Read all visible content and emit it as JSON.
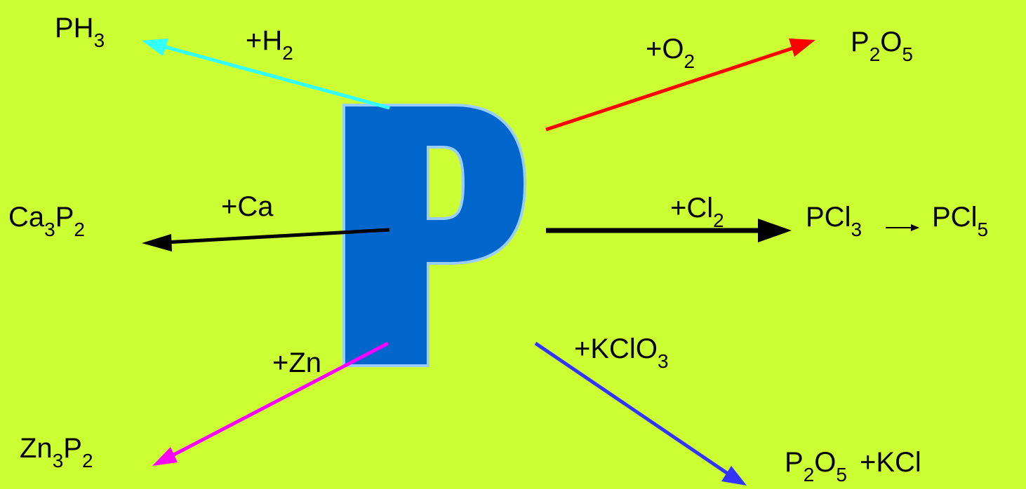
{
  "center": {
    "symbol": "P",
    "fill": "#0066cc",
    "stroke": "#99ccff"
  },
  "background": "#ccff33",
  "reactions": [
    {
      "id": "h2",
      "reagent": "+H",
      "reagent_sub": "2",
      "product": "PH",
      "product_sub": "3",
      "color": "#33ffff"
    },
    {
      "id": "o2",
      "reagent": "+O",
      "reagent_sub": "2",
      "product_a": "P",
      "product_a_sub": "2",
      "product_b": "O",
      "product_b_sub": "5",
      "color": "#ff0000"
    },
    {
      "id": "ca",
      "reagent": "+Ca",
      "product_a": "Ca",
      "product_a_sub": "3",
      "product_b": "P",
      "product_b_sub": "2",
      "color": "#000000"
    },
    {
      "id": "cl2",
      "reagent": "+Cl",
      "reagent_sub": "2",
      "product_a": "PCl",
      "product_a_sub": "3",
      "product_b": "PCl",
      "product_b_sub": "5",
      "color": "#000000"
    },
    {
      "id": "zn",
      "reagent": "+Zn",
      "product_a": "Zn",
      "product_a_sub": "3",
      "product_b": "P",
      "product_b_sub": "2",
      "color": "#ff00ff"
    },
    {
      "id": "kclo3",
      "reagent": "+KClO",
      "reagent_sub": "3",
      "product_a": "P",
      "product_a_sub": "2",
      "product_b": "O",
      "product_b_sub": "5",
      "product_c": "+KCl",
      "color": "#3333ff"
    }
  ]
}
